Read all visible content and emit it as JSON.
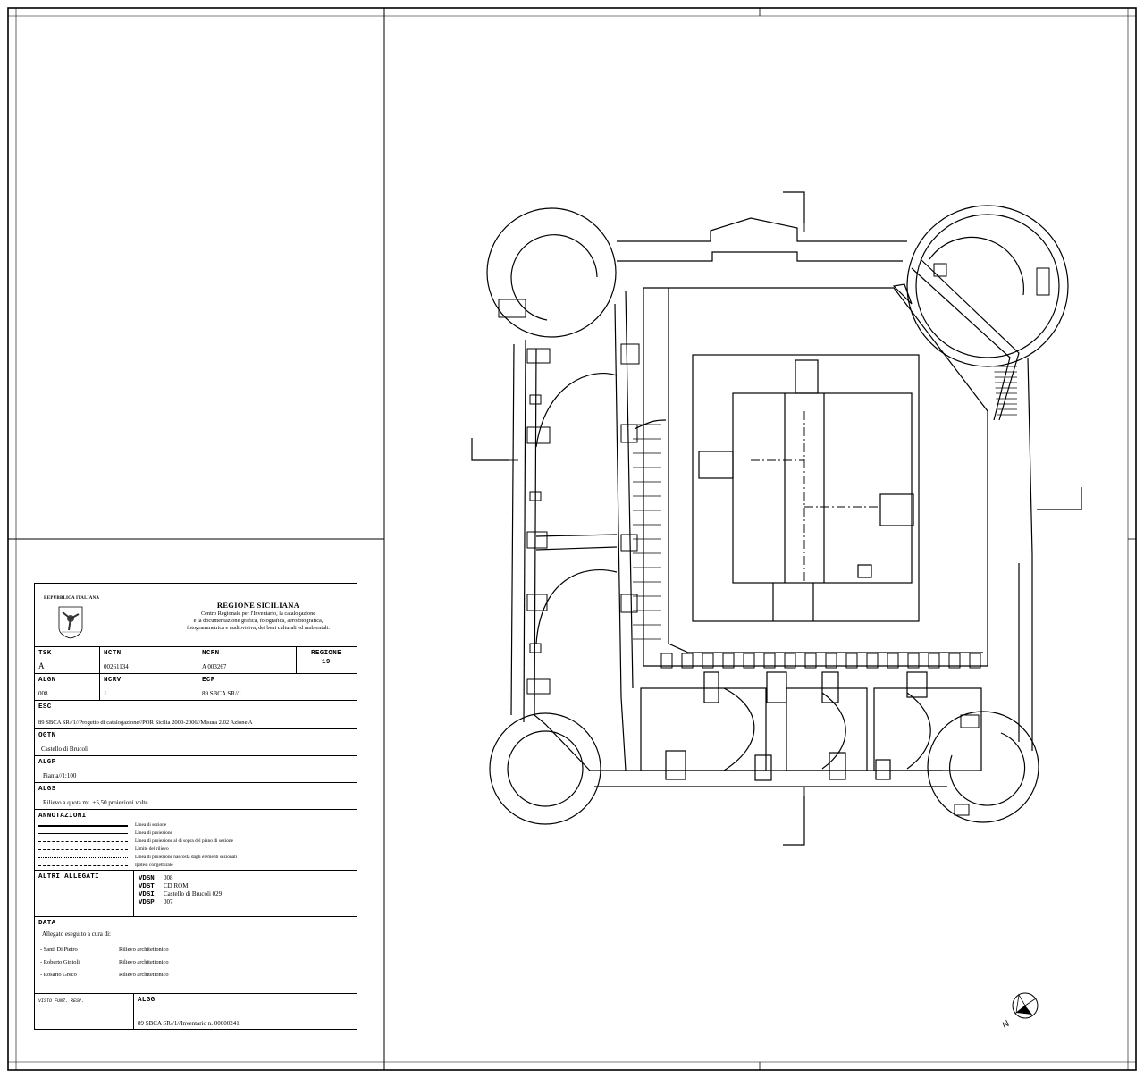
{
  "header": {
    "republic": "REPUBBLICA ITALIANA",
    "region_title": "REGIONE SICILIANA",
    "region_desc": [
      "Centro Regionale per l'Inventario, la catalogazione",
      "e la documentazione grafica, fotografica, aerofotografica,",
      "fotogrammetrica e audiovisiva, dei beni culturali ed ambientali."
    ],
    "emblem_icon": "trinacria-emblem-icon"
  },
  "fields": {
    "tsk": {
      "label": "TSK",
      "value": "A"
    },
    "nctn": {
      "label": "NCTN",
      "value": "00261134"
    },
    "ncrn": {
      "label": "NCRN",
      "value": "A 003267"
    },
    "regione": {
      "label": "REGIONE",
      "value": "19"
    },
    "algn": {
      "label": "ALGN",
      "value": "008"
    },
    "ncrv": {
      "label": "NCRV",
      "value": "1"
    },
    "ecp": {
      "label": "ECP",
      "value": "89 SBCA SR//1"
    },
    "esc": {
      "label": "ESC",
      "value": "89 SBCA SR//1//Progetto di catalogazione//POR Sicilia 2000-2006//Misura 2.02 Azione A"
    },
    "ogtn": {
      "label": "OGTN",
      "value": "Castello di Brucoli"
    },
    "algp": {
      "label": "ALGP",
      "value": "Pianta//1:100"
    },
    "algs": {
      "label": "ALGS",
      "value": "Rilievo a quota mt. +5,50 proiezioni volte"
    }
  },
  "annotazioni": {
    "label": "ANNOTAZIONI",
    "items": [
      "Linea di sezione",
      "Linea di proiezione",
      "Linea di proiezione al di sopra del piano di sezione",
      "Limite del rilievo",
      "Linea di proiezione nascosta dagli elementi sezionati",
      "Ipotesi congetturale"
    ]
  },
  "allegati": {
    "label": "ALTRI ALLEGATI",
    "rows": [
      {
        "key": "VDSN",
        "value": "008"
      },
      {
        "key": "VDST",
        "value": "CD ROM"
      },
      {
        "key": "VDSI",
        "value": "Castello di Brucoli 029"
      },
      {
        "key": "VDSP",
        "value": "007"
      }
    ]
  },
  "data": {
    "label": "DATA",
    "intro": "Allegato eseguito a cura di:",
    "authors": [
      {
        "name": "- Santi Di Pietro",
        "role": "Rilievo architettonico"
      },
      {
        "name": "- Roberto Gintoli",
        "role": "Rilievo architettonico"
      },
      {
        "name": "- Rosario Greco",
        "role": "Rilievo architettonico"
      }
    ]
  },
  "footer": {
    "visto": "VISTO FUNZ. RESP.",
    "algg_label": "ALGG",
    "algg_value": "89 SBCA SR//1//Inventario n. 00000241"
  },
  "compass": {
    "label": "N",
    "icon": "north-arrow-icon"
  }
}
